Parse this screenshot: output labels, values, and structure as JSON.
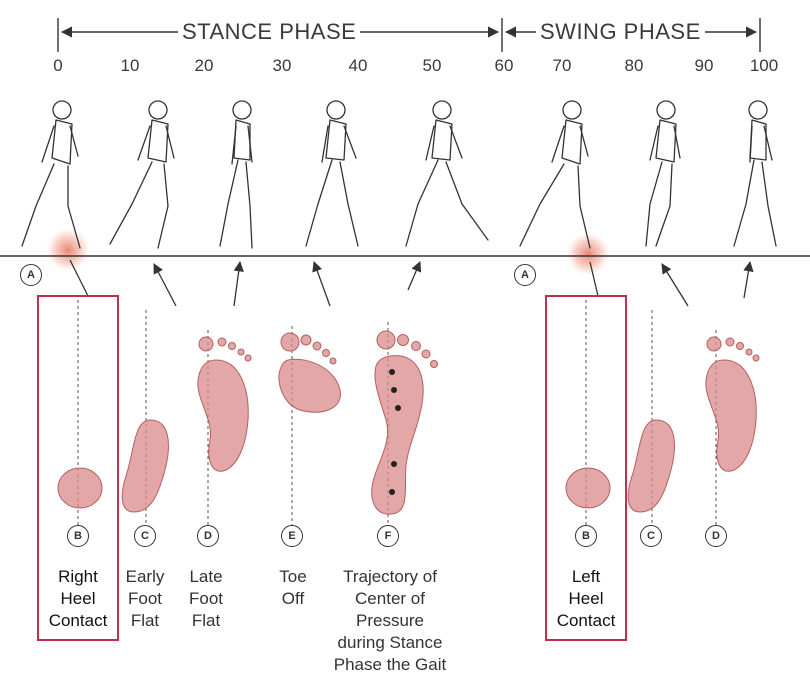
{
  "phases": {
    "stance": "STANCE PHASE",
    "swing": "SWING PHASE"
  },
  "percent_ticks": [
    "0",
    "10",
    "20",
    "30",
    "40",
    "50",
    "60",
    "70",
    "80",
    "90",
    "100"
  ],
  "markers": {
    "a1": "A",
    "a2": "A",
    "b1": "B",
    "c1": "C",
    "d1": "D",
    "e1": "E",
    "f1": "F",
    "b2": "B",
    "c2": "C",
    "d2": "D"
  },
  "captions": {
    "right_heel_contact": [
      "Right",
      "Heel",
      "Contact"
    ],
    "early_foot_flat": [
      "Early",
      "Foot",
      "Flat"
    ],
    "late_foot_flat": [
      "Late",
      "Foot",
      "Flat"
    ],
    "toe_off": [
      "Toe",
      "Off"
    ],
    "trajectory": [
      "Trajectory of",
      "Center of",
      "Pressure",
      "during Stance",
      "Phase the Gait"
    ],
    "left_heel_contact": [
      "Left",
      "Heel",
      "Contact"
    ],
    "colors": {
      "highlight_box": "#c0304a",
      "footprint_fill": "#d98a8a",
      "heel_glow": "#e8705a"
    }
  }
}
